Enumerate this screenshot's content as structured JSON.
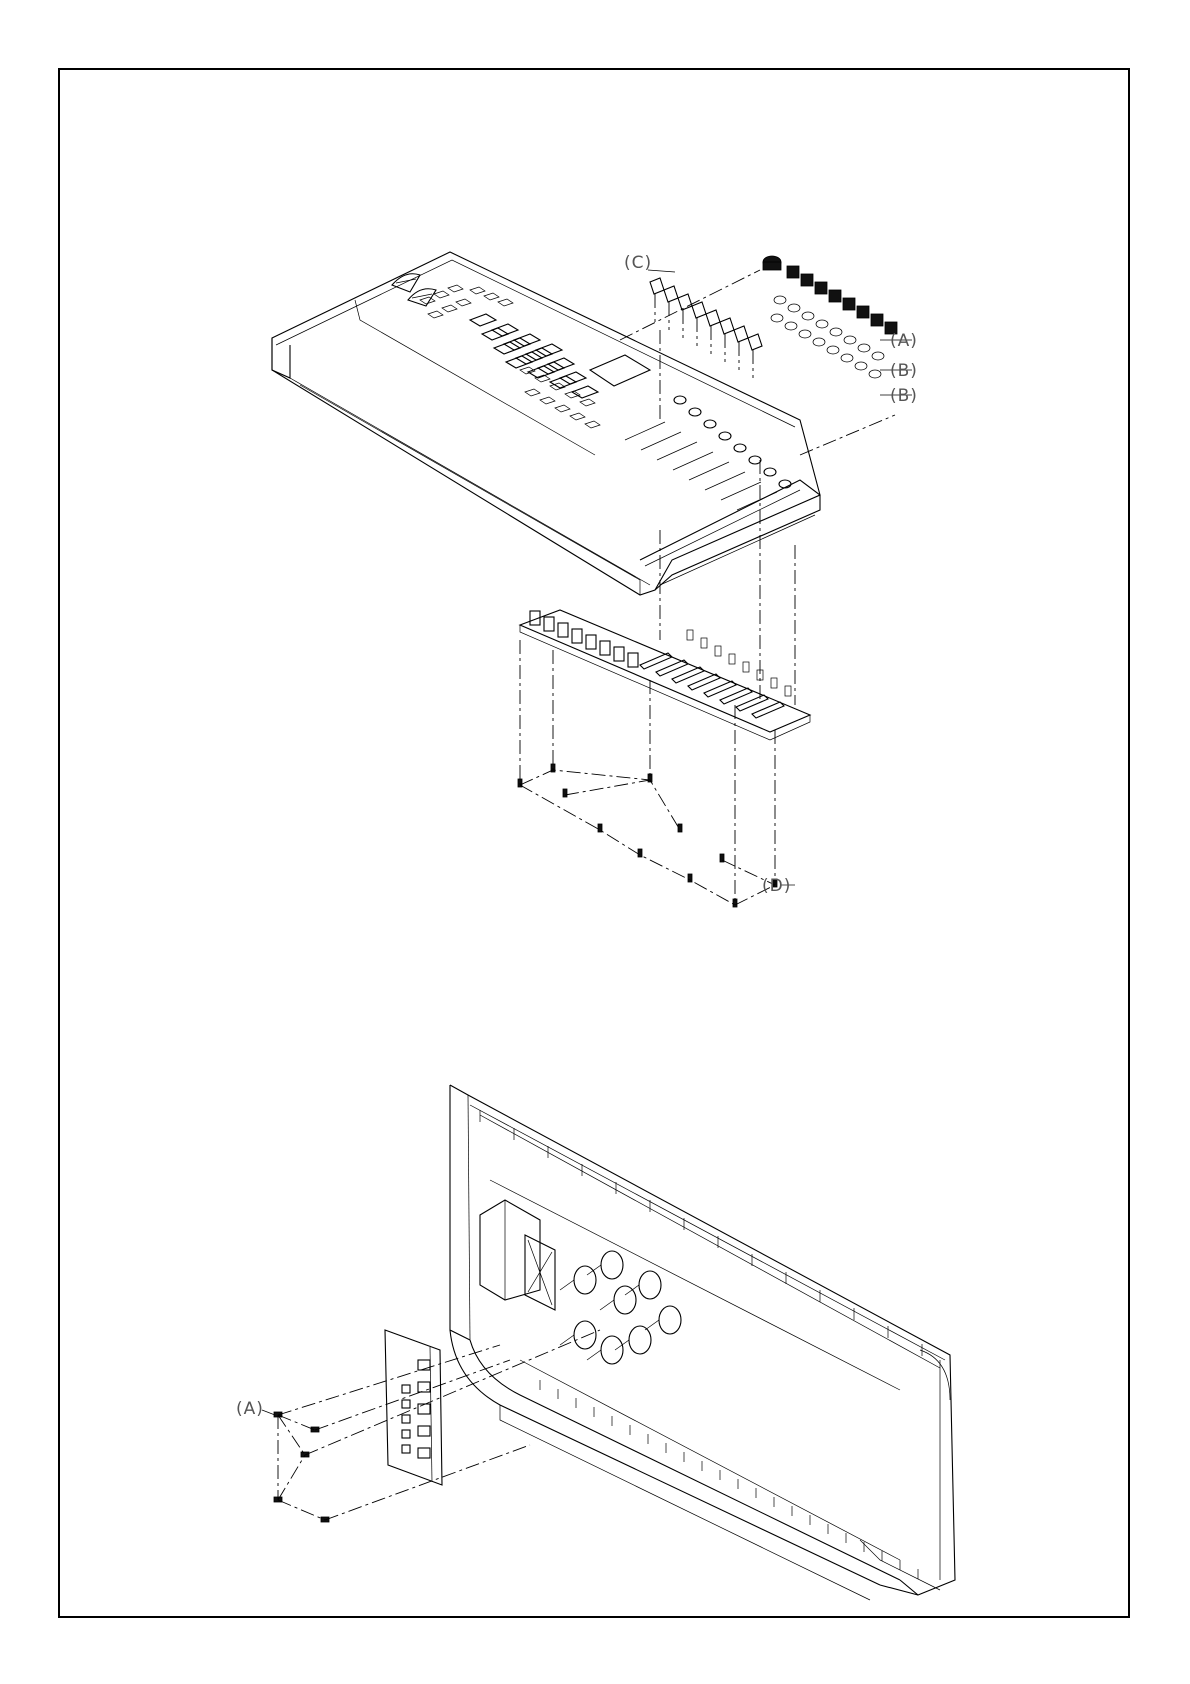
{
  "callouts": {
    "upper_c": "(C)",
    "upper_a": "(A)",
    "upper_b1": "(B)",
    "upper_b2": "(B)",
    "upper_d": "(D)",
    "lower_a": "(A)"
  }
}
